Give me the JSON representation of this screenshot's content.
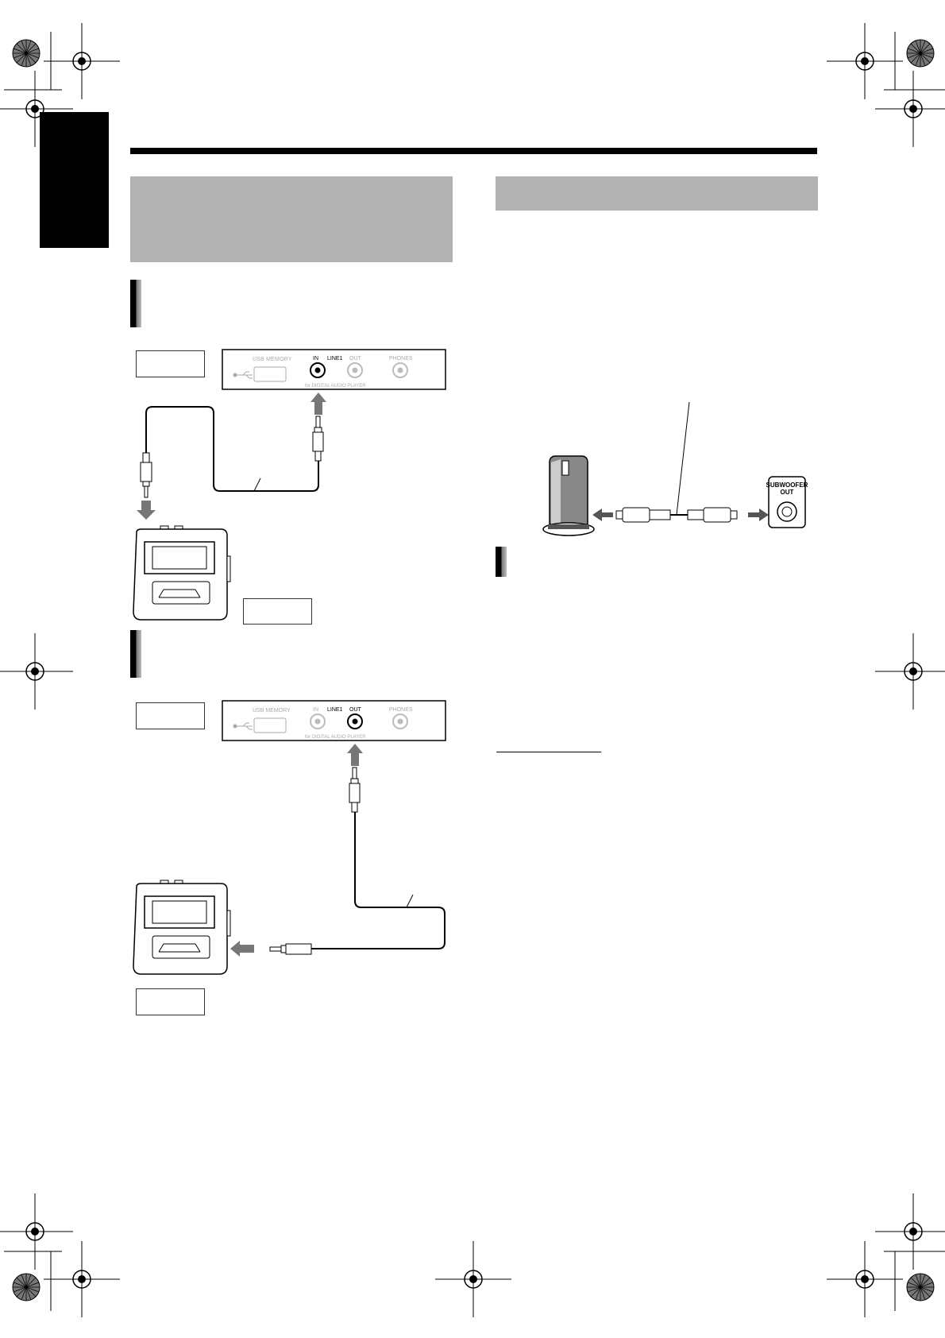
{
  "panel_top": {
    "usb_label": "USB MEMORY",
    "in_label": "IN",
    "line_label": "LINE1",
    "out_label": "OUT",
    "phones_label": "PHONES",
    "sub_label": "for DIGITAL AUDIO PLAYER"
  },
  "panel_bottom": {
    "usb_label": "USB MEMORY",
    "in_label": "IN",
    "line_label": "LINE1",
    "out_label": "OUT",
    "phones_label": "PHONES",
    "sub_label": "for DIGITAL AUDIO PLAYER"
  },
  "subwoofer_jack": {
    "line1": "SUBWOOFER",
    "line2": "OUT"
  }
}
